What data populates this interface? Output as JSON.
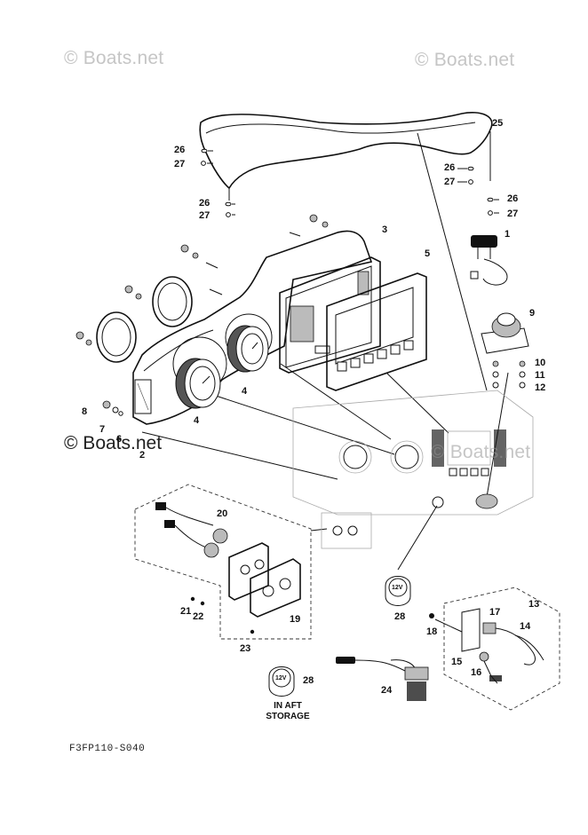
{
  "watermarks": {
    "top_left": "© Boats.net",
    "top_right": "© Boats.net",
    "middle_right": "© Boats.net",
    "main": "© Boats.net"
  },
  "callouts": {
    "c1": "1",
    "c2": "2",
    "c3": "3",
    "c4a": "4",
    "c4b": "4",
    "c5": "5",
    "c6": "6",
    "c7": "7",
    "c8": "8",
    "c9": "9",
    "c10": "10",
    "c11": "11",
    "c12": "12",
    "c13": "13",
    "c14": "14",
    "c15": "15",
    "c16": "16",
    "c17": "17",
    "c18": "18",
    "c19": "19",
    "c20": "20",
    "c21": "21",
    "c22": "22",
    "c23": "23",
    "c24": "24",
    "c25": "25",
    "c26a": "26",
    "c26b": "26",
    "c26c": "26",
    "c26d": "26",
    "c27a": "27",
    "c27b": "27",
    "c27c": "27",
    "c27d": "27",
    "c28a": "28",
    "c28b": "28"
  },
  "socket_label": "12V",
  "storage_note": {
    "line1": "IN AFT",
    "line2": "STORAGE"
  },
  "diagram_code": "F3FP110-S040"
}
